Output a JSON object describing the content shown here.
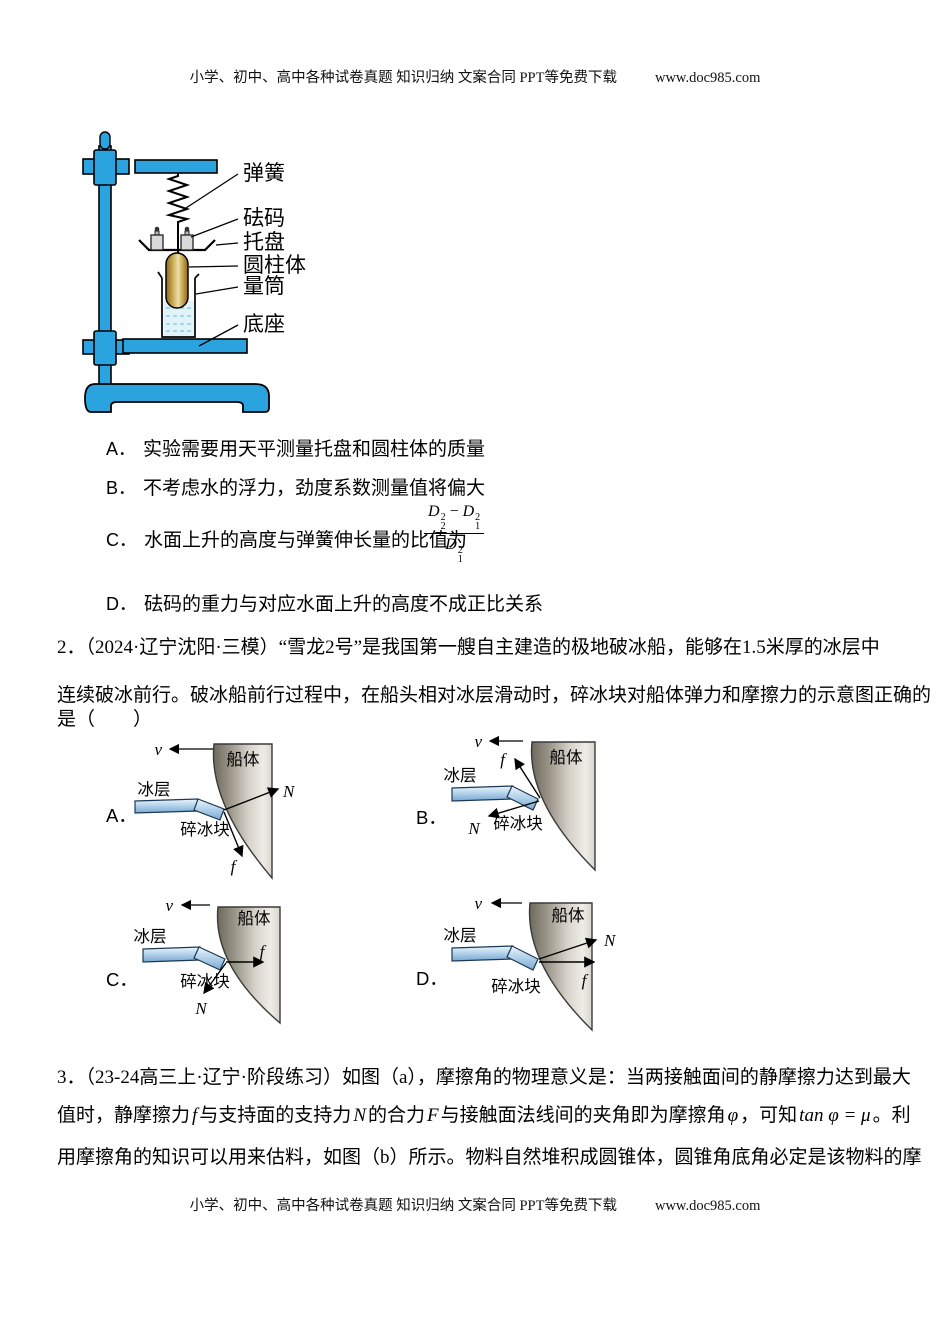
{
  "header": {
    "text": "小学、初中、高中各种试卷真题 知识归纳 文案合同 PPT等免费下载",
    "url": "www.doc985.com"
  },
  "footer": {
    "text": "小学、初中、高中各种试卷真题 知识归纳 文案合同 PPT等免费下载",
    "url": "www.doc985.com"
  },
  "q1": {
    "figure": {
      "spring": "弹簧",
      "weight": "砝码",
      "tray": "托盘",
      "cylinder": "圆柱体",
      "measuring_cylinder": "量筒",
      "base": "底座"
    },
    "options": {
      "a": {
        "label": "A．",
        "text": "实验需要用天平测量托盘和圆柱体的质量"
      },
      "b": {
        "label": "B．",
        "text": "不考虑水的浮力，劲度系数测量值将偏大"
      },
      "c": {
        "label": "C．",
        "text": "水面上升的高度与弹簧伸长量的比值为",
        "frac_num": [
          {
            "b": "D",
            "sub": "2",
            "sup": "2"
          },
          {
            "op": " − "
          },
          {
            "b": "D",
            "sub": "1",
            "sup": "2"
          }
        ],
        "frac_den": [
          {
            "b": "D",
            "sub": "1",
            "sup": "2"
          }
        ]
      },
      "d": {
        "label": "D．",
        "text": "砝码的重力与对应水面上升的高度不成正比关系"
      }
    }
  },
  "q2": {
    "line1": "2．（2024·辽宁沈阳·三模）“雪龙2号”是我国第一艘自主建造的极地破冰船，能够在1.5米厚的冰层中",
    "line2": "连续破冰前行。破冰船前行过程中，在船头相对冰层滑动时，碎冰块对船体弹力和摩擦力的示意图正确的",
    "line3": "是（　　）",
    "fig": {
      "ship": "船体",
      "ice": "冰层",
      "broken": "碎冰块",
      "v": "v",
      "N": "N",
      "f": "f",
      "opt_a": "A．",
      "opt_b": "B．",
      "opt_c": "C．",
      "opt_d": "D．"
    }
  },
  "q3": {
    "line1": "3．（23-24高三上·辽宁·阶段练习）如图（a），摩擦角的物理意义是：当两接触面间的静摩擦力达到最大",
    "line2_segs": [
      {
        "t": "值时，静摩擦力"
      },
      {
        "t": "f",
        "i": true
      },
      {
        "t": "与支持面的支持力"
      },
      {
        "t": "N",
        "i": true
      },
      {
        "t": "的合力"
      },
      {
        "t": "F",
        "i": true
      },
      {
        "t": "与接触面法线间的夹角即为摩擦角"
      },
      {
        "t": "φ",
        "i": true
      },
      {
        "t": "，可知"
      },
      {
        "t": "tan φ = μ",
        "i": true
      },
      {
        "t": "。利"
      }
    ],
    "line3": "用摩擦角的知识可以用来估料，如图（b）所示。物料自然堆积成圆锥体，圆锥角底角必定是该物料的摩"
  }
}
